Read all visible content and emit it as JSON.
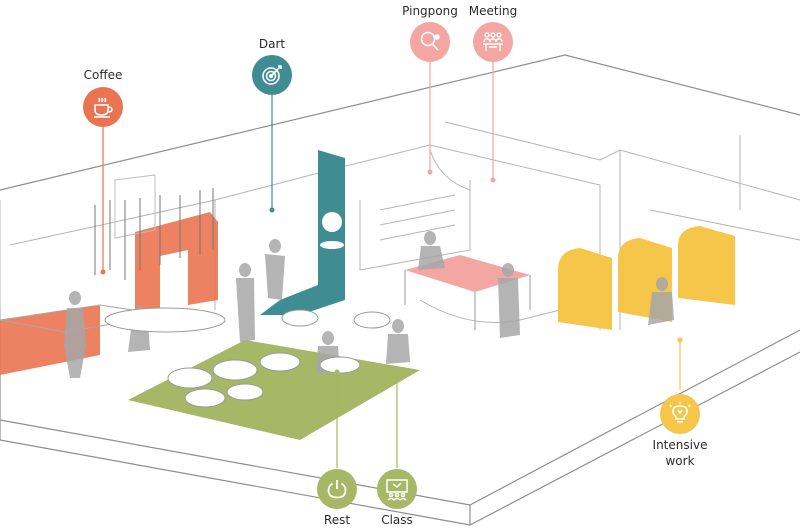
{
  "labels": {
    "coffee": "Coffee",
    "dart": "Dart",
    "pingpong": "Pingpong",
    "meeting": "Meeting",
    "intensive_line1": "Intensive",
    "intensive_line2": "work",
    "rest": "Rest",
    "class": "Class"
  },
  "colors": {
    "coffee": "#ea7451",
    "dart": "#3f8c93",
    "pingpong": "#f3a6a2",
    "meeting": "#f3a6a2",
    "intensive": "#f6c64a",
    "rest": "#a7b765",
    "class": "#a7b765",
    "floor_line": "#9a9a9a"
  },
  "icons": {
    "coffee": "coffee-cup-icon",
    "dart": "dartboard-icon",
    "pingpong": "pingpong-paddle-icon",
    "meeting": "meeting-people-icon",
    "intensive": "lightbulb-icon",
    "rest": "power-icon",
    "class": "presentation-icon"
  }
}
